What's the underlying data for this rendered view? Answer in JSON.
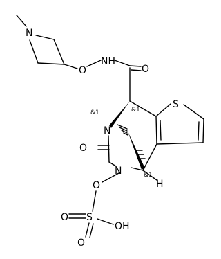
{
  "atoms": {
    "n_azetidine": "N",
    "o_link": "O",
    "nh": "NH",
    "o_carbonyl_top": "O",
    "s_thiophene": "S",
    "n_bridge": "N",
    "o_carbonyl_lactam": "O",
    "n_lower": "N",
    "o_sulfate": "O",
    "s_sulfate": "S",
    "o_oh": "OH",
    "o_s_left": "O",
    "o_s_bottom": "O",
    "h": "H"
  },
  "stereo": {
    "top": "&1",
    "left": "&1",
    "bottom": "&1"
  }
}
